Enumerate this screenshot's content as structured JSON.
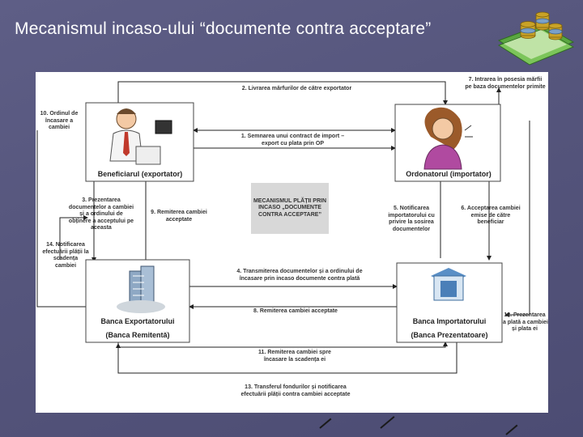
{
  "slide": {
    "title": "Mecanismul incaso-ului “documente contra acceptare”"
  },
  "logo": {
    "icon": "money-stacks-icon"
  },
  "diagram": {
    "center_title": "MECANISMUL PLĂȚII PRIN INCASO „DOCUMENTE CONTRA ACCEPTARE”",
    "boxes": {
      "beneficiar": "Beneficiarul (exportator)",
      "ordonator": "Ordonatorul (importator)",
      "banca_exp_line1": "Banca Exportatorului",
      "banca_exp_line2": "(Banca Remitentă)",
      "banca_imp_line1": "Banca Importatorului",
      "banca_imp_line2": "(Banca Prezentatoare)"
    },
    "steps": {
      "s1": "1. Semnarea unui contract de import – export cu plata prin OP",
      "s2": "2. Livrarea mărfurilor de către exportator",
      "s3": "3. Prezentarea documentelor a cambiei și a ordinului de obținere a acceptului pe aceasta",
      "s4": "4. Transmiterea documentelor și a ordinului de încasare prin incaso documente contra plată",
      "s5": "5. Notificarea importatorului cu privire la sosirea documentelor",
      "s6": "6. Acceptarea cambiei emise de către beneficiar",
      "s7": "7. Intrarea în posesia mărfii pe baza documentelor primite",
      "s8": "8. Remiterea cambiei acceptate",
      "s9": "9. Remiterea cambiei acceptate",
      "s10": "10. Ordinul de încasare a cambiei",
      "s11": "11. Remiterea cambiei spre încasare la scadența ei",
      "s12": "12. Prezentarea la plată a cambiei și plata ei",
      "s13": "13. Transferul fondurilor și notificarea efectuării plății contra cambiei acceptate",
      "s14": "14. Notificarea efectuării plății la scadența cambiei"
    }
  }
}
